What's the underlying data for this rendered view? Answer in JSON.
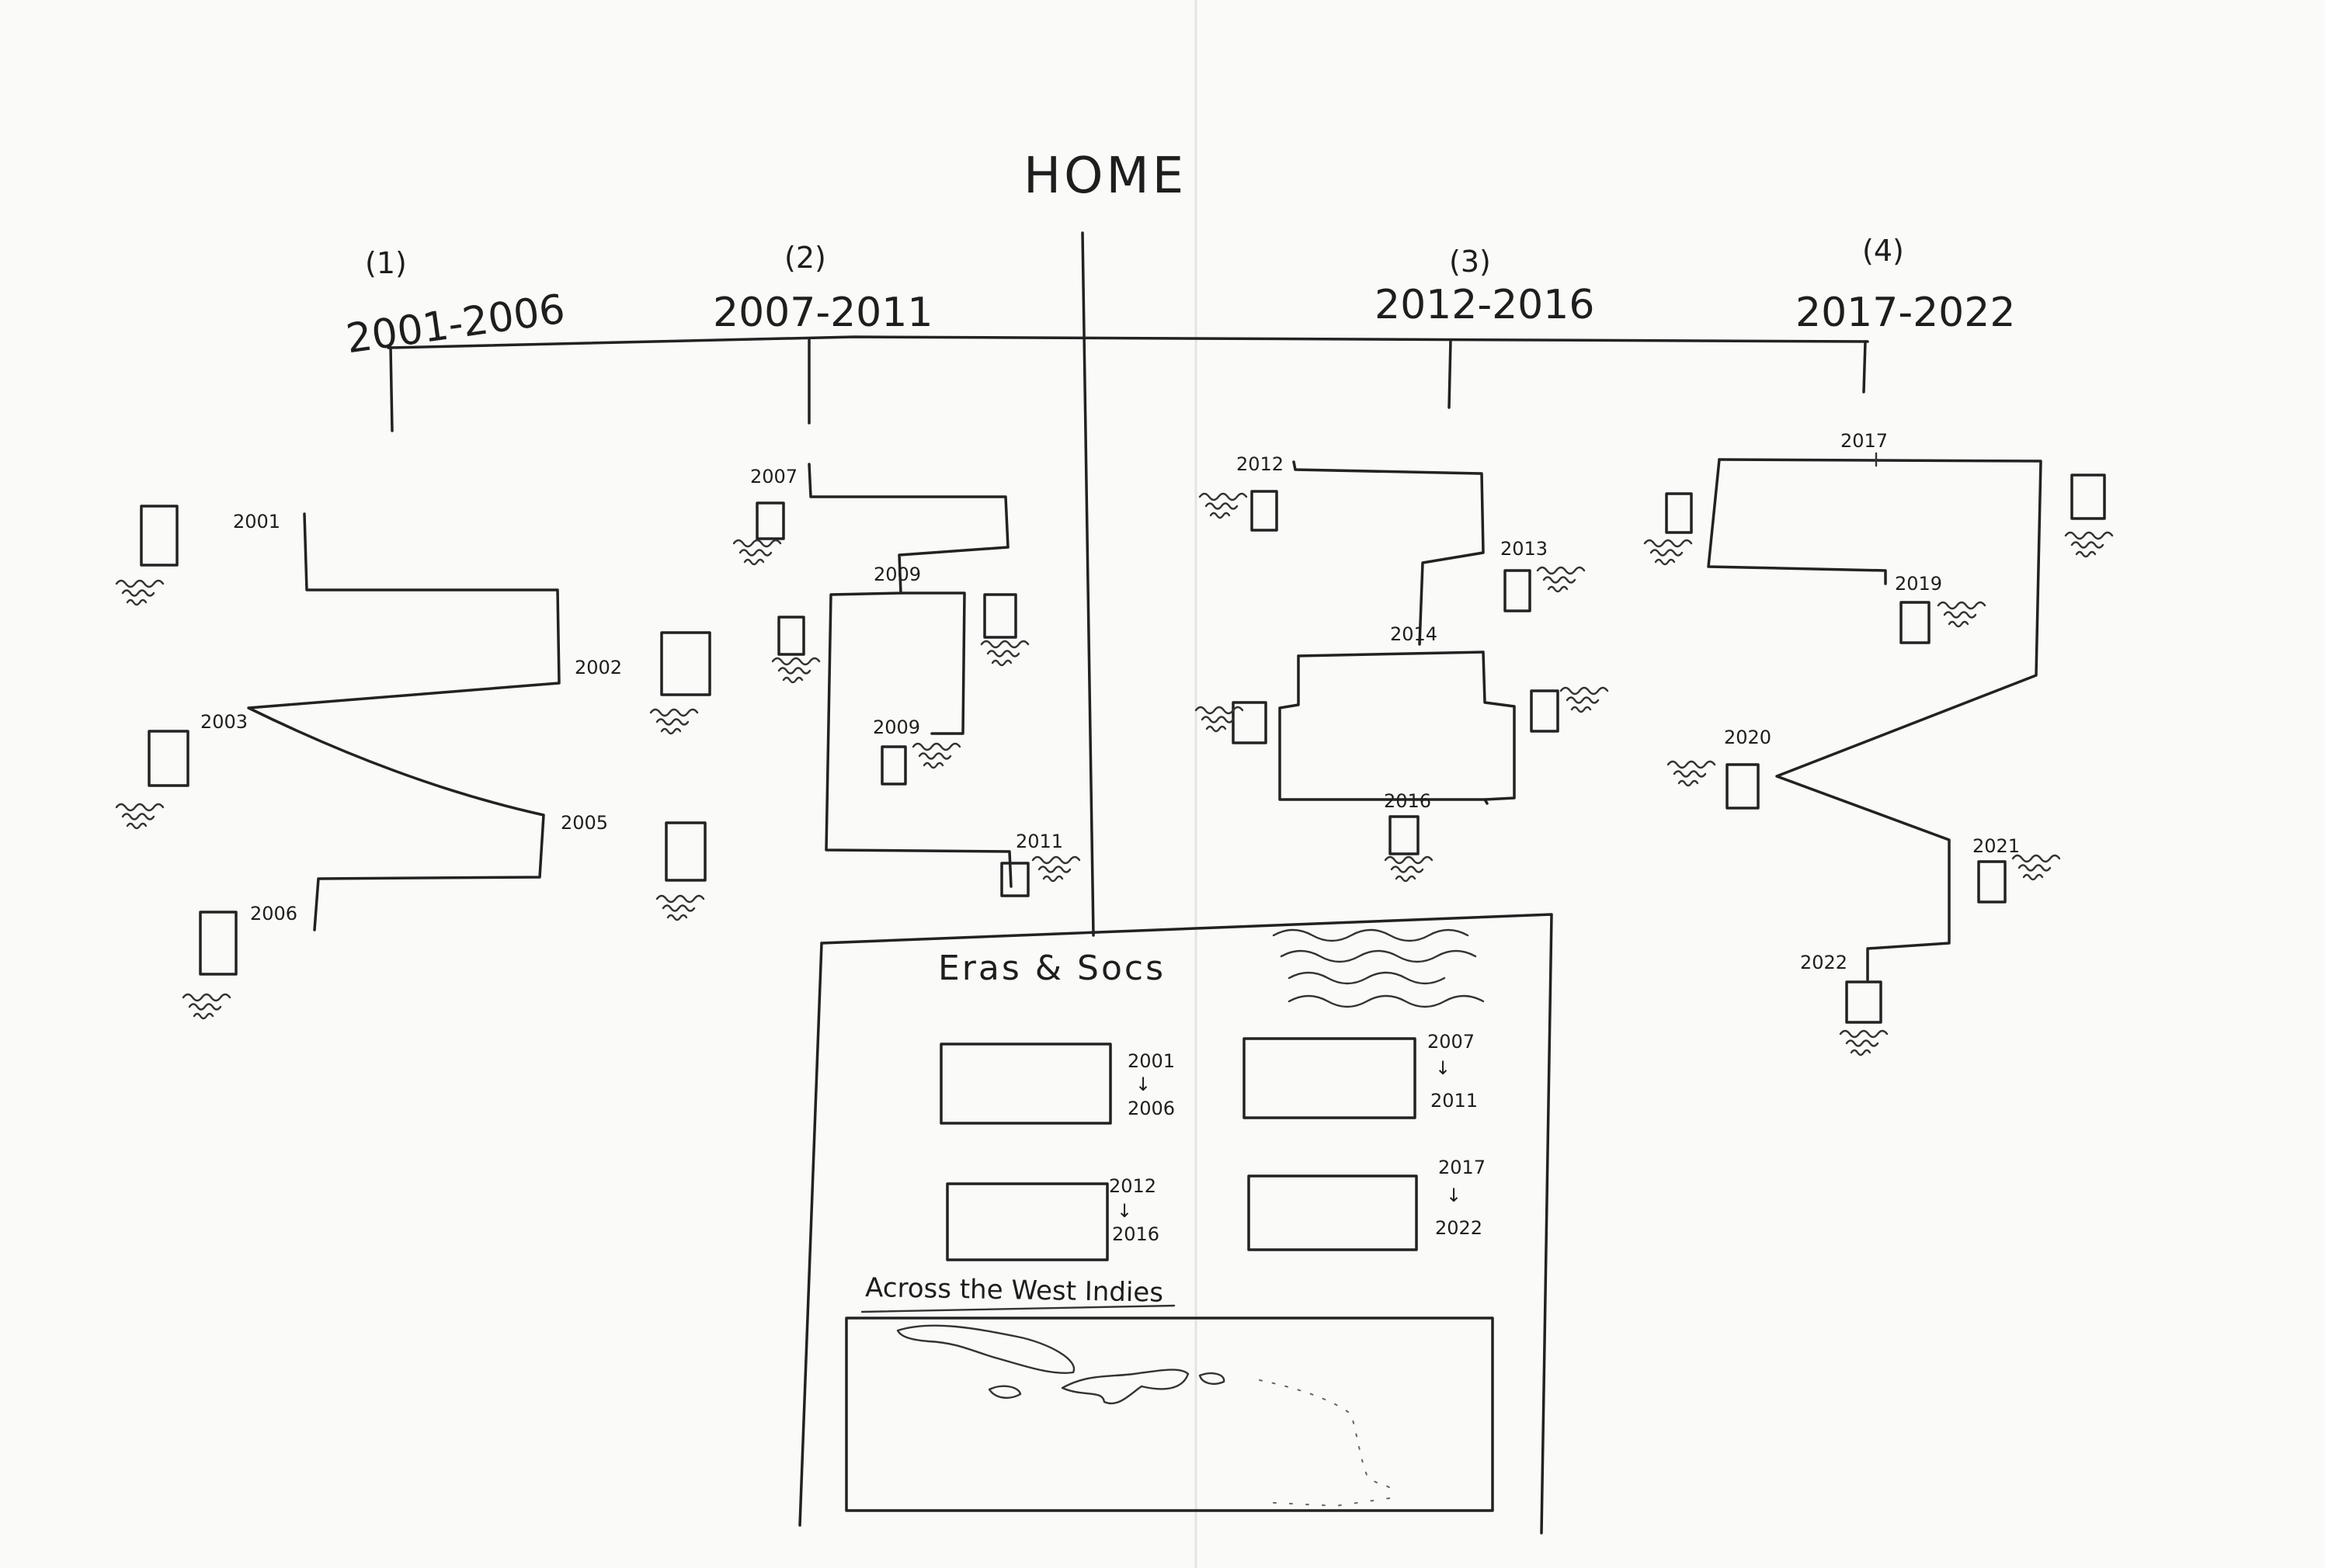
{
  "page": {
    "title": "HOME"
  },
  "eras": [
    {
      "index": "(1)",
      "range": "2001-2006"
    },
    {
      "index": "(2)",
      "range": "2007-2011"
    },
    {
      "index": "(3)",
      "range": "2012-2016"
    },
    {
      "index": "(4)",
      "range": "2017-2022"
    }
  ],
  "year_labels": {
    "era1": [
      "2001",
      "2002",
      "2003",
      "2005",
      "2006"
    ],
    "era2": [
      "2007",
      "2009",
      "2009",
      "2011"
    ],
    "era3": [
      "2012",
      "2013",
      "2014",
      "2016"
    ],
    "era4": [
      "2017",
      "2019",
      "2020",
      "2021",
      "2022"
    ]
  },
  "home_panel": {
    "heading": "Eras & Socs",
    "era_cards": [
      {
        "from": "2001",
        "arrow": "↓",
        "to": "2006"
      },
      {
        "from": "2007",
        "arrow": "↓",
        "to": "2011"
      },
      {
        "from": "2012",
        "arrow": "↓",
        "to": "2016"
      },
      {
        "from": "2017",
        "arrow": "↓",
        "to": "2022"
      }
    ],
    "map_heading": "Across the West Indies"
  }
}
